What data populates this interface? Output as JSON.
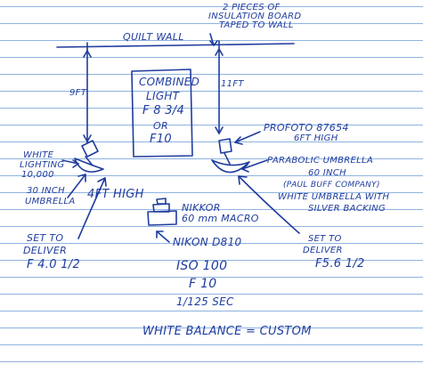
{
  "ink_color": "#1f3c9e",
  "rule_color": "#8fb3df",
  "notes": {
    "insulation_1": "2 PIECES OF",
    "insulation_2": "INSULATION BOARD",
    "insulation_3": "TAPED TO WALL",
    "quilt_wall": "QUILT WALL",
    "dist_left": "9FT",
    "dist_right": "11FT",
    "combined_1": "COMBINED",
    "combined_2": "LIGHT",
    "combined_3": "F 8 3/4",
    "combined_4": "OR",
    "combined_5": "F10",
    "profoto_1": "PROFOTO 87654",
    "profoto_2": "6FT HIGH",
    "white_lighting_1": "WHITE",
    "white_lighting_2": "LIGHTING",
    "white_lighting_3": "10,000",
    "umbrella_30_1": "30 INCH",
    "umbrella_30_2": "UMBRELLA",
    "height_4ft": "4FT HIGH",
    "parabolic_1": "PARABOLIC UMBRELLA",
    "parabolic_2": "60 INCH",
    "parabolic_3": "(PAUL BUFF COMPANY)",
    "parabolic_4": "WHITE UMBRELLA WITH",
    "parabolic_5": "SILVER BACKING",
    "nikkor_1": "NIKKOR",
    "nikkor_2": "60 mm MACRO",
    "camera": "NIKON D810",
    "left_set_1": "SET TO",
    "left_set_2": "DELIVER",
    "left_set_3": "F 4.0 1/2",
    "right_set_1": "SET TO",
    "right_set_2": "DELIVER",
    "right_set_3": "F5.6 1/2",
    "iso": "ISO 100",
    "aperture": "F 10",
    "shutter": "1/125 SEC",
    "white_balance": "WHITE BALANCE = CUSTOM"
  }
}
